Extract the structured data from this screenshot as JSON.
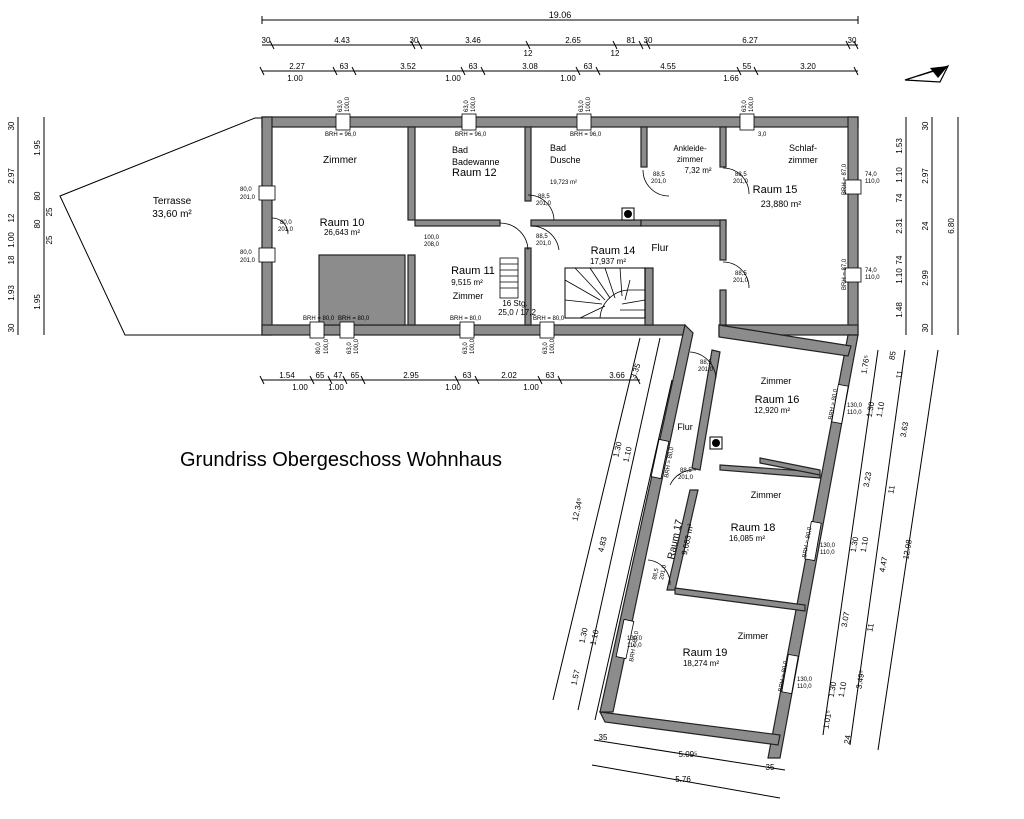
{
  "title": "Grundriss Obergeschoss Wohnhaus",
  "rooms": {
    "terrasse": {
      "name": "Terrasse",
      "area": "33,60 m²"
    },
    "raum10": {
      "label": "Zimmer",
      "name": "Raum 10",
      "area": "26,643 m²"
    },
    "raum12": {
      "label1": "Bad",
      "label2": "Badewanne",
      "name": "Raum 12"
    },
    "raum13": {
      "label1": "Bad",
      "label2": "Dusche",
      "area": "19,723 m²"
    },
    "ankleide": {
      "label1": "Ankleide-",
      "label2": "zimmer",
      "area": "7,32 m²"
    },
    "raum15": {
      "label1": "Schlaf-",
      "label2": "zimmer",
      "name": "Raum 15",
      "area": "23,880 m²"
    },
    "raum11": {
      "name": "Raum 11",
      "area": "9,515 m²",
      "label": "Zimmer"
    },
    "raum14": {
      "name": "Raum 14",
      "area": "17,937 m²",
      "label": "Flur"
    },
    "stairs": {
      "line1": "16 Stg.",
      "line2": "25,0 / 17,2"
    },
    "raum16": {
      "label": "Zimmer",
      "name": "Raum 16",
      "area": "12,920 m²"
    },
    "raum17": {
      "name": "Raum 17",
      "area": "9,683 m²",
      "label": "Flur"
    },
    "raum18": {
      "label": "Zimmer",
      "name": "Raum 18",
      "area": "16,085 m²"
    },
    "raum19": {
      "label": "Zimmer",
      "name": "Raum 19",
      "area": "18,274 m²"
    }
  },
  "dims": {
    "top_total": "19.06",
    "top_row1": [
      "30",
      "4.43",
      "30",
      "3.46",
      "12",
      "2.65",
      "12",
      "81",
      "30",
      "6.27",
      "30"
    ],
    "top_row2": [
      "2.27",
      "63",
      "3.52",
      "63",
      "3.08",
      "63",
      "4.55",
      "55",
      "3.20"
    ],
    "top_row2_sub": [
      "1.00",
      "1.00",
      "1.00",
      "1.66"
    ],
    "bottom_row": [
      "1.54",
      "65",
      "47",
      "65",
      "2.95",
      "63",
      "2.02",
      "63",
      "3.66",
      "3.35"
    ],
    "bottom_row_sub": [
      "1.00",
      "1.00",
      "1.00",
      "1.00"
    ],
    "left_outer": [
      "30",
      "2.97",
      "12",
      "1.00",
      "18",
      "1.93",
      "30"
    ],
    "left_inner": [
      "1.95",
      "80",
      "25",
      "80",
      "25",
      "1.95"
    ],
    "right_inner": [
      "1.53",
      "1.10",
      "74",
      "2.31",
      "74",
      "1.10",
      "1.48"
    ],
    "right_mid": [
      "30",
      "2.97",
      "24",
      "2.99",
      "30"
    ],
    "right_outer": "6.80",
    "wing_left": [
      "12.34⁵",
      "1.30",
      "1.10",
      "4.83",
      "1.30",
      "1.10",
      "1.57"
    ],
    "wing_right": [
      "1.76⁵",
      "85",
      "11",
      "3.63",
      "1.30",
      "1.10",
      "3.23",
      "11",
      "4.47",
      "12.98",
      "1.30",
      "1.10",
      "3.07",
      "11",
      "3.49⁵",
      "1.30",
      "1.10",
      "1.01⁵",
      "24"
    ],
    "wing_bottom": [
      "35",
      "5.09⁵",
      "35",
      "5.76"
    ]
  },
  "openings": {
    "brh96": "BRH = 96,0",
    "brh80": "BRH = 80,0",
    "brh87": "BRH = 87,0",
    "brh80b": "BRH = 80,0",
    "win63": "63,0",
    "win100": "100,0",
    "win80": "80,0",
    "win201": "201,0",
    "door885": "88,5",
    "door2015": "201,0",
    "door1000": "100,0",
    "door2085": "208,0",
    "win74": "74,0",
    "win110": "110,0",
    "win130": "130,0",
    "win1100": "110,0",
    "val30": "3,0"
  }
}
